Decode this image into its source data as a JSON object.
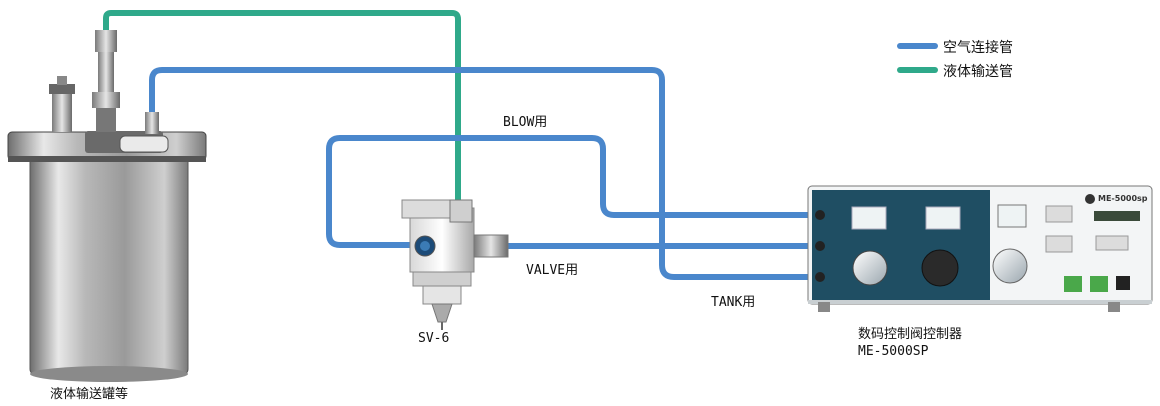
{
  "legend": {
    "air_tube": {
      "label": "空气连接管",
      "color": "#4a87cc"
    },
    "liquid_tube": {
      "label": "液体输送管",
      "color": "#2fa98a"
    }
  },
  "labels": {
    "blow": "BLOW用",
    "valve": "VALVE用",
    "tank": "TANK用",
    "sv6": "SV-6",
    "controller_name": "数码控制阀控制器",
    "controller_model": "ME-5000SP",
    "tank_name": "液体输送罐等"
  },
  "controller": {
    "brand": "ME-5000sp"
  }
}
